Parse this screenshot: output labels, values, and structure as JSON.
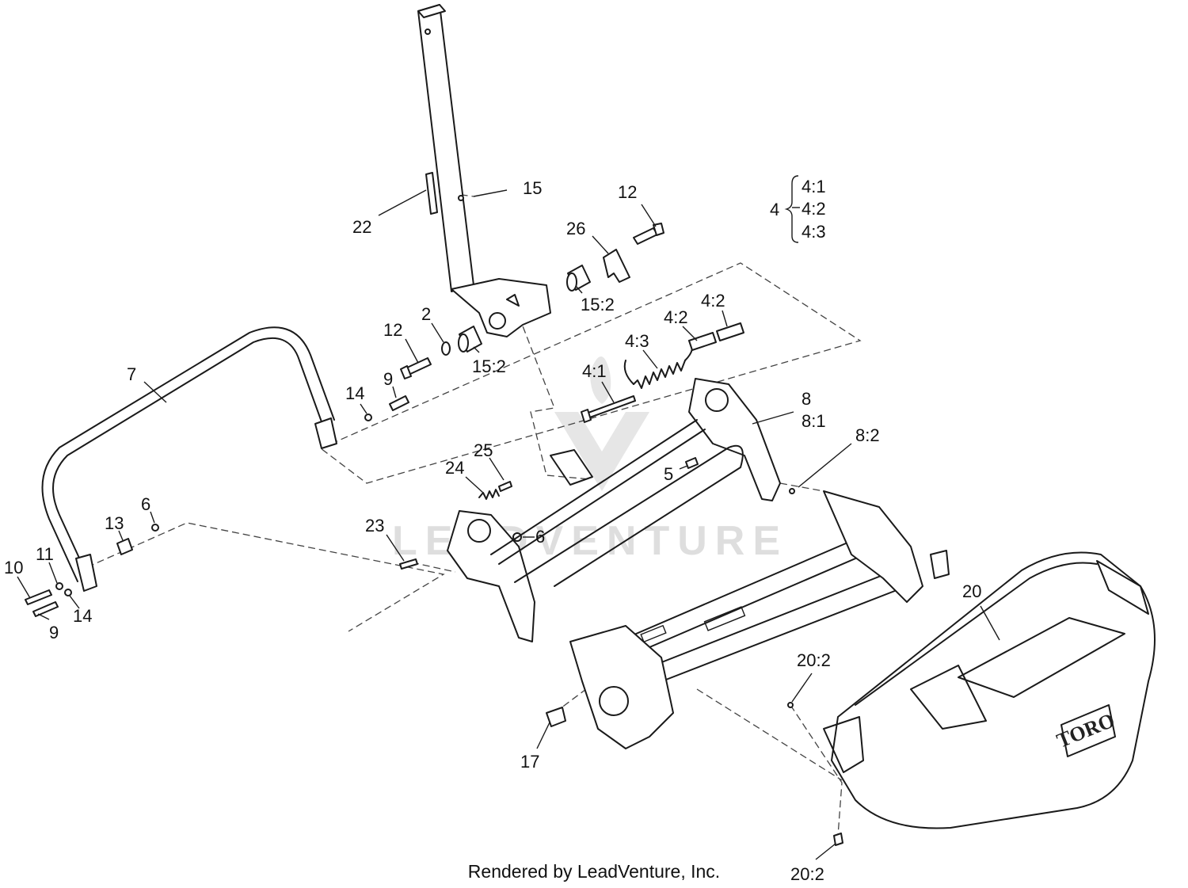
{
  "labels": {
    "l1": "4:1",
    "l2": "4:2",
    "l3": "4:3",
    "l4": "4",
    "l5": "12",
    "l6": "15",
    "l7": "22",
    "l8": "26",
    "l9": "15:2",
    "l10": "2",
    "l11": "12",
    "l12": "15:2",
    "l13": "4:2",
    "l14": "4:2",
    "l15": "4:3",
    "l16": "4:1",
    "l17": "7",
    "l18": "14",
    "l19": "9",
    "l20": "8",
    "l21": "8:1",
    "l22": "8:2",
    "l23": "25",
    "l24": "24",
    "l25": "5",
    "l26": "6",
    "l27": "13",
    "l28": "23",
    "l29": "6",
    "l30": "11",
    "l31": "10",
    "l32": "14",
    "l33": "9",
    "l34": "20",
    "l35": "20:2",
    "l36": "17",
    "l37": "20:2"
  },
  "brand": {
    "logo_text": "TORO"
  },
  "watermark": {
    "text": "LEADVENTURE"
  },
  "footer": {
    "credit": "Rendered by LeadVenture, Inc."
  }
}
